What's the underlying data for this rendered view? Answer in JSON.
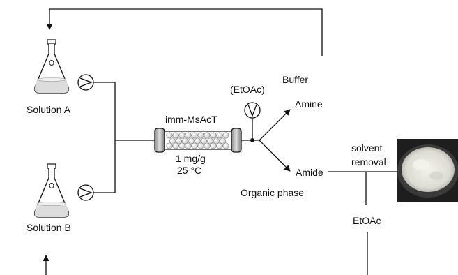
{
  "labels": {
    "solution_a": "Solution A",
    "solution_b": "Solution B",
    "reactor": "imm-MsAcT",
    "loading": "1 mg/g",
    "temperature": "25 °C",
    "etoac_inline": "(EtOAc)",
    "buffer": "Buffer",
    "amine": "Amine",
    "amide": "Amide",
    "organic_phase": "Organic phase",
    "solvent": "solvent",
    "removal": "removal",
    "etoac": "EtOAc"
  },
  "colors": {
    "line": "#111111",
    "flask_liquid": "#dcdcdc",
    "bead": "#e4e4e4",
    "cap": "#b8b8b8",
    "product_bg": "#1e1e1e",
    "product_powder": "#e6e6df"
  }
}
